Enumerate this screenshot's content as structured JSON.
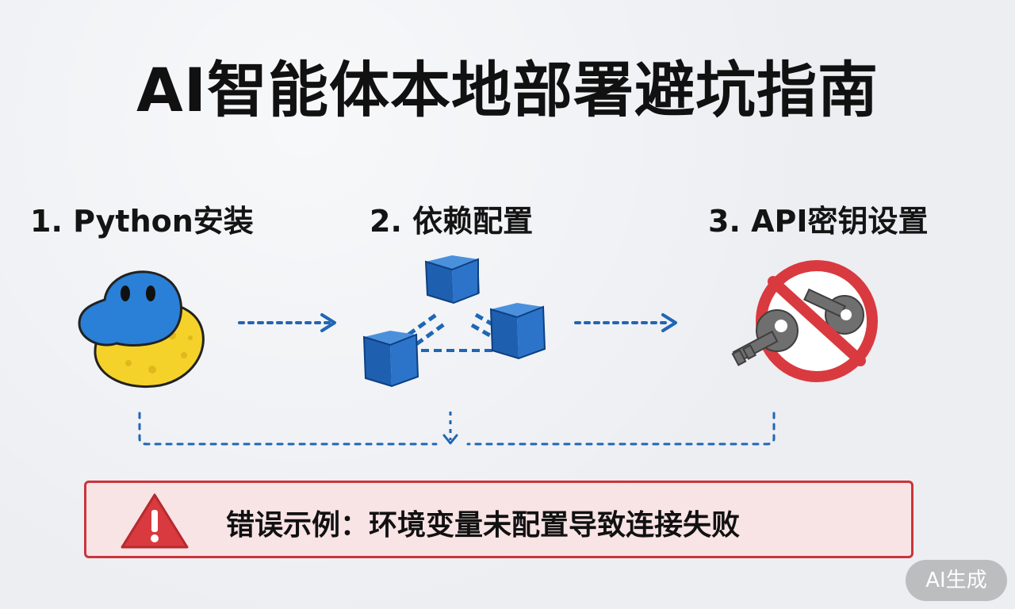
{
  "title": "AI智能体本地部署避坑指南",
  "steps": [
    {
      "label": "1. Python安装",
      "icon": "python-icon"
    },
    {
      "label": "2. 依赖配置",
      "icon": "dependency-blocks-icon"
    },
    {
      "label": "3. API密钥设置",
      "icon": "forbidden-key-icon"
    }
  ],
  "error": {
    "icon": "warning-icon",
    "text": "错误示例：环境变量未配置导致连接失败"
  },
  "badge": "AI生成",
  "colors": {
    "accent_blue": "#1f66b5",
    "python_yellow": "#f5d22a",
    "error_red": "#d93a3f",
    "key_gray": "#6f6f6f"
  }
}
